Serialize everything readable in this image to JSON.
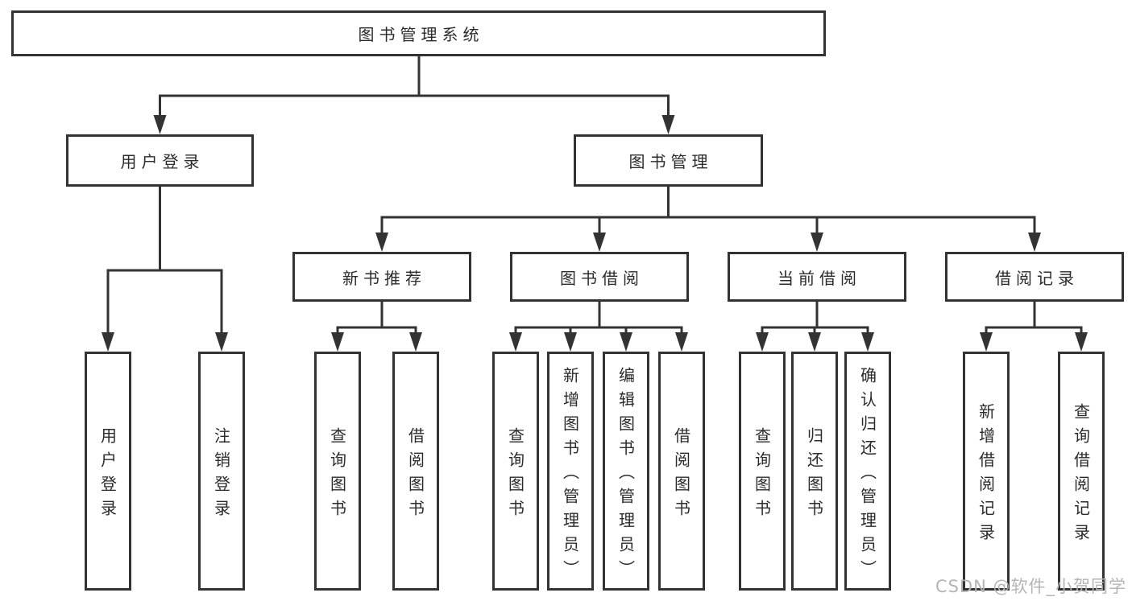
{
  "diagram": {
    "root": {
      "label": "图书管理系统"
    },
    "branches": [
      {
        "label": "用户登录",
        "children": [
          {
            "label": "用户登录"
          },
          {
            "label": "注销登录"
          }
        ]
      },
      {
        "label": "图书管理",
        "children": [
          {
            "label": "新书推荐",
            "children": [
              {
                "label": "查询图书"
              },
              {
                "label": "借阅图书"
              }
            ]
          },
          {
            "label": "图书借阅",
            "children": [
              {
                "label": "查询图书"
              },
              {
                "label": "新增图书（管理员）"
              },
              {
                "label": "编辑图书（管理员）"
              },
              {
                "label": "借阅图书"
              }
            ]
          },
          {
            "label": "当前借阅",
            "children": [
              {
                "label": "查询图书"
              },
              {
                "label": "归还图书"
              },
              {
                "label": "确认归还（管理员）"
              }
            ]
          },
          {
            "label": "借阅记录",
            "children": [
              {
                "label": "新增借阅记录"
              },
              {
                "label": "查询借阅记录"
              }
            ]
          }
        ]
      }
    ]
  },
  "watermark": {
    "text": "CSDN @软件_小贺同学"
  },
  "colors": {
    "line": "#333333",
    "box_border": "#333333",
    "box_fill": "#ffffff",
    "text": "#2b2b2b",
    "background": "#ffffff",
    "watermark": "#b5b5b5"
  }
}
